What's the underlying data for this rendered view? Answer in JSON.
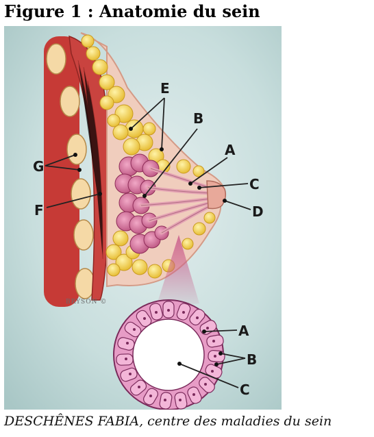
{
  "title": "Figure 1 : Anatomie du sein",
  "caption": "DESCHÊNES FABIA, centre des maladies du sein",
  "artist_credit": "BRYSON ©",
  "labels": {
    "breast": [
      "A",
      "B",
      "C",
      "D",
      "E",
      "F",
      "G"
    ],
    "duct_cross_section": [
      "A",
      "B",
      "C"
    ]
  },
  "colors": {
    "background": "#c9dedd",
    "muscle": "#c9433f",
    "fat": "#f3d65a",
    "lobules": "#d97aa2",
    "skin": "#f0cdbd",
    "duct_cells": "#e08cc4"
  }
}
